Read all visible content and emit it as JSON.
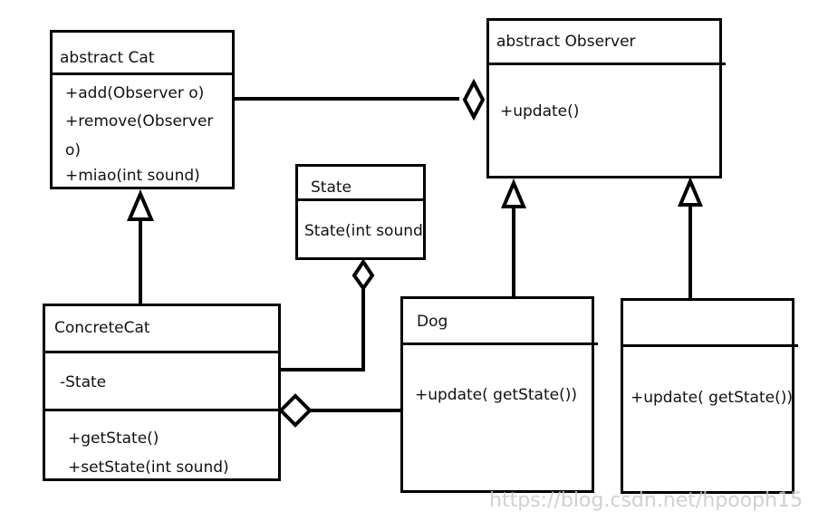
{
  "classes": {
    "cat": {
      "name": "abstract Cat",
      "methods": [
        "+add(Observer o)",
        "+remove(Observer",
        "o)",
        "+miao(int sound)"
      ]
    },
    "observer": {
      "name": "abstract Observer",
      "methods": [
        "+update()"
      ]
    },
    "state": {
      "name": "State",
      "methods": [
        "State(int sound"
      ]
    },
    "concrete_cat": {
      "name": "ConcreteCat",
      "fields": [
        "-State"
      ],
      "methods": [
        "+getState()",
        "+setState(int sound)"
      ]
    },
    "dog": {
      "name": "Dog",
      "methods": [
        "+update( getState())"
      ]
    },
    "unnamed_observer": {
      "name": "",
      "methods": [
        "+update( getState())"
      ]
    }
  },
  "watermark": "https://blog.csdn.net/hpooph15"
}
